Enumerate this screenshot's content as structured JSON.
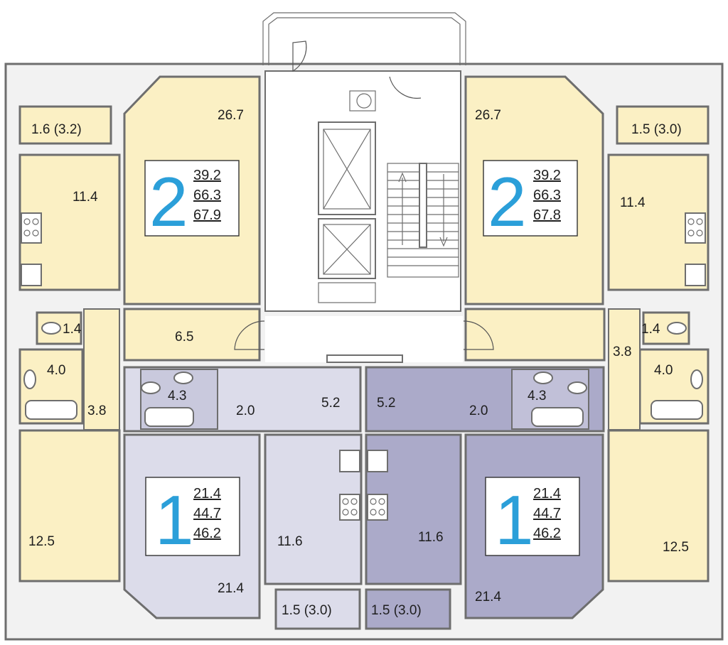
{
  "colors": {
    "two_room": "#fbf0c4",
    "one_room_light": "#dcdcea",
    "one_room_dark": "#abaac9",
    "core": "#ffffff",
    "badge_number": "#2b9fd9",
    "wall": "#6e6e6e"
  },
  "apartments": [
    {
      "id": "apt-2-left",
      "rooms": "2",
      "areas": [
        "39.2",
        "66.3",
        "67.9"
      ]
    },
    {
      "id": "apt-2-right",
      "rooms": "2",
      "areas": [
        "39.2",
        "66.3",
        "67.8"
      ]
    },
    {
      "id": "apt-1-left",
      "rooms": "1",
      "areas": [
        "21.4",
        "44.7",
        "46.2"
      ]
    },
    {
      "id": "apt-1-right",
      "rooms": "1",
      "areas": [
        "21.4",
        "44.7",
        "46.2"
      ]
    }
  ],
  "room_labels": {
    "l_balcony": "1.6 (3.2)",
    "l_kitchen": "11.4",
    "l_living": "26.7",
    "l_wc": "1.4",
    "l_hall": "6.5",
    "l_bath": "4.0",
    "l_corr": "3.8",
    "l_bed": "12.5",
    "r_balcony": "1.5 (3.0)",
    "r_kitchen": "11.4",
    "r_living": "26.7",
    "r_wc": "1.4",
    "r_corr": "3.8",
    "r_bath": "4.0",
    "r_bed": "12.5",
    "c1_bath": "4.3",
    "c1_hall": "2.0",
    "c1_entry": "5.2",
    "c1_kitchen": "11.6",
    "c1_room": "21.4",
    "c1_balcony": "1.5  (3.0)",
    "c2_entry": "5.2",
    "c2_hall": "2.0",
    "c2_bath": "4.3",
    "c2_kitchen": "11.6",
    "c2_room": "21.4",
    "c2_balcony": "1.5 (3.0)"
  }
}
